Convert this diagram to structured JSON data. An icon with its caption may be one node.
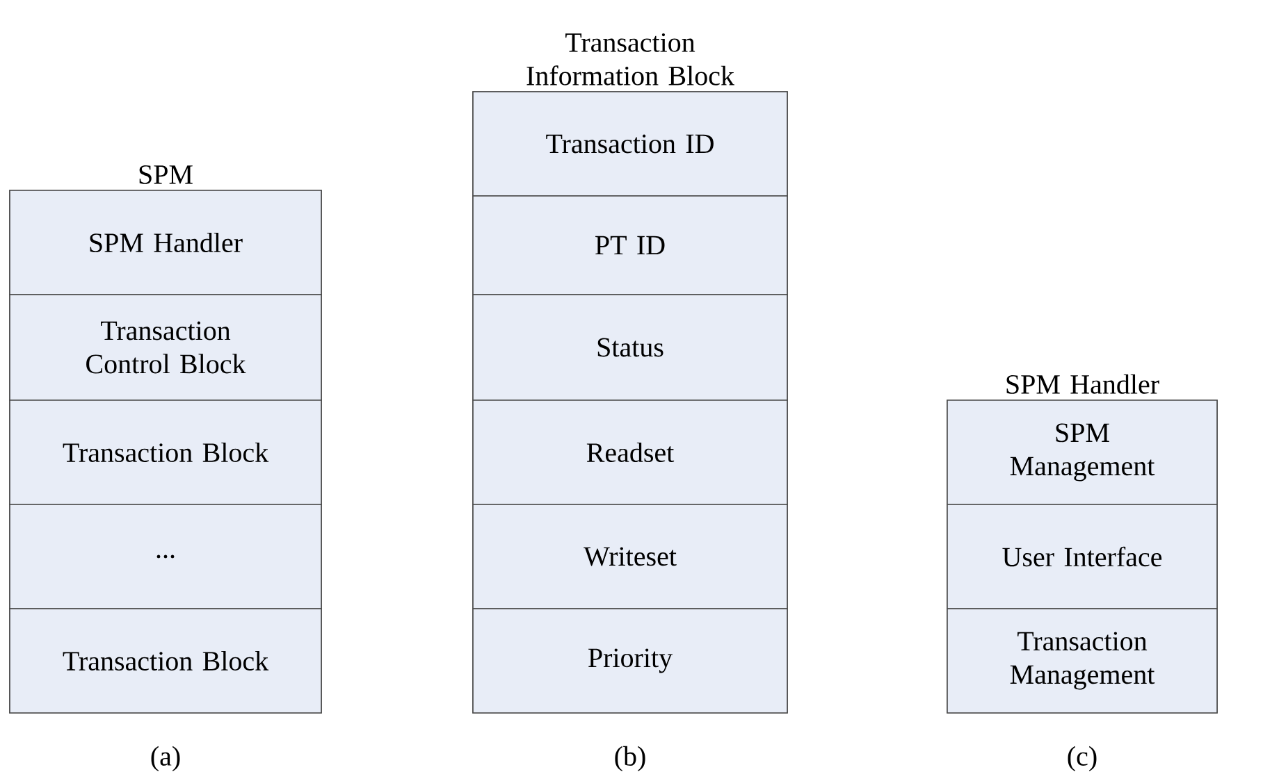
{
  "diagram": {
    "nodes": [
      {
        "text": [
          "SPM"
        ]
      },
      {
        "text": [
          "SPM Handler"
        ],
        "in": 0
      },
      {
        "text": [
          "Transaction Control Block"
        ],
        "in": 0
      },
      {
        "text": [
          "Transaction Block"
        ],
        "in": 0
      },
      {
        "text": [
          "..."
        ],
        "in": 0
      },
      {
        "text": [
          "Transaction Block"
        ],
        "in": 0
      },
      {
        "text": [
          "Transaction Information Block"
        ]
      },
      {
        "text": [
          "Transaction ID"
        ],
        "in": 6
      },
      {
        "text": [
          "PT ID"
        ],
        "in": 6
      },
      {
        "text": [
          "Status"
        ],
        "in": 6
      },
      {
        "text": [
          "Readset"
        ],
        "in": 6
      },
      {
        "text": [
          "Writeset"
        ],
        "in": 6
      },
      {
        "text": [
          "Priority"
        ],
        "in": 6
      },
      {
        "text": [
          "SPM Handler"
        ]
      },
      {
        "text": [
          "SPM Management"
        ],
        "in": 13
      },
      {
        "text": [
          "User Interface"
        ],
        "in": 13
      },
      {
        "text": [
          "Transaction Management"
        ],
        "in": 13
      }
    ],
    "labels": [
      "(a)",
      "(b)",
      "(c)"
    ]
  }
}
